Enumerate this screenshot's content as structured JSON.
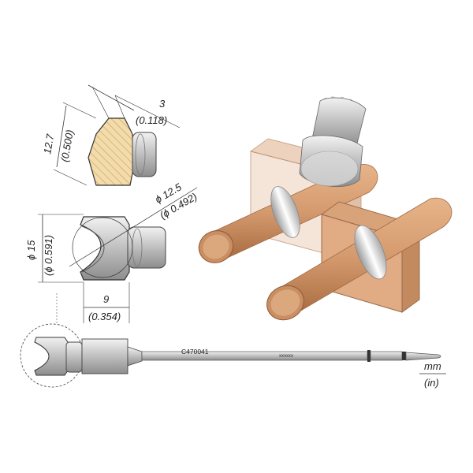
{
  "dimensions": {
    "tip_thickness": {
      "mm": "3",
      "in": "(0.118)"
    },
    "tip_height": {
      "mm": "12.7",
      "in": "(0.500)"
    },
    "inner_diameter": {
      "mm": "ϕ 12.5",
      "in": "(ϕ 0.492)"
    },
    "outer_diameter": {
      "mm": "ϕ 15",
      "in": "(ϕ 0.591)"
    },
    "tip_depth": {
      "mm": "9",
      "in": "(0.354)"
    }
  },
  "part": {
    "code": "C470041",
    "serial": "xxxxxx"
  },
  "units": {
    "primary": "mm",
    "secondary": "(in)"
  },
  "colors": {
    "copper": "#d49a6e",
    "copper_dark": "#b97a4f",
    "steel": "#b9b9b9",
    "hatch": "#f0d6a0"
  }
}
